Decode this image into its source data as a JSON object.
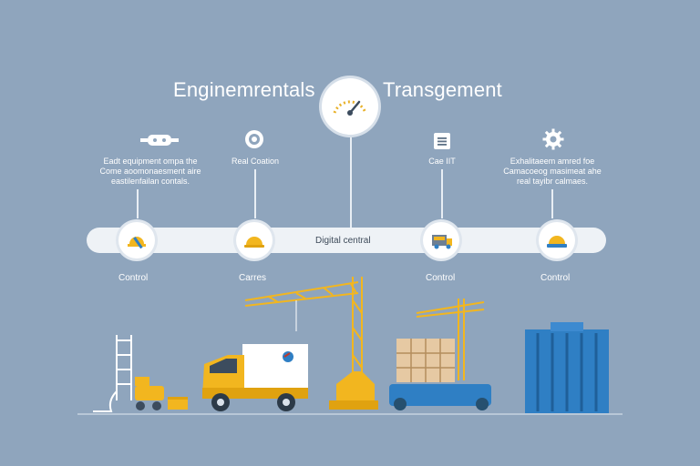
{
  "header": {
    "title_left": "Enginemrentals",
    "title_right": "Transgement"
  },
  "top_nodes": [
    {
      "icon": "gear-engine-icon",
      "text_lines": [
        "Eadt equipment ompa the",
        "Come aoomonaesment aire",
        "eastilenfailan contals."
      ]
    },
    {
      "icon": "wheel-icon",
      "text_lines": [
        "Real Coation"
      ]
    },
    {
      "icon": "document-icon",
      "text_lines": [
        "Cae IIT"
      ]
    },
    {
      "icon": "cog-icon",
      "text_lines": [
        "Exhalitaeem amred foe",
        "Camacoeog masimeat ahe",
        "real tayibr calmaes."
      ]
    }
  ],
  "bar": {
    "label": "Digital central"
  },
  "bar_nodes": [
    {
      "icon": "helmet-wrench-icon",
      "label": "Control"
    },
    {
      "icon": "hardhat-icon",
      "label": "Carres"
    },
    {
      "icon": "truck-small-icon",
      "label": "Control"
    },
    {
      "icon": "hardhat-icon",
      "label": "Control"
    }
  ],
  "colors": {
    "background": "#8fa5bd",
    "accent_yellow": "#f2b61f",
    "accent_blue": "#2f7fc4",
    "bar": "#eef2f6"
  }
}
